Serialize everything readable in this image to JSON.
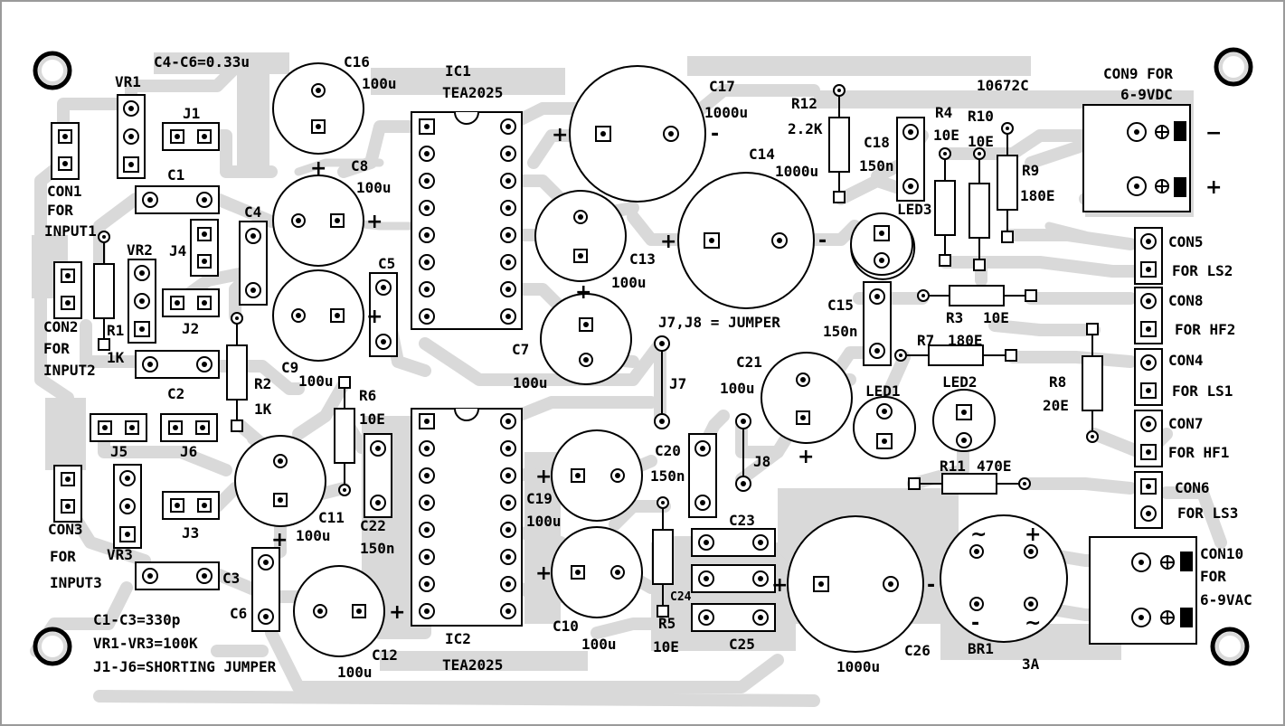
{
  "board_id": "10672C",
  "notes": {
    "c4_c6": "C4-C6=0.33u",
    "c1_c3": "C1-C3=330p",
    "vr1_vr3": "VR1-VR3=100K",
    "j1_j6": "J1-J6=SHORTING JUMPER",
    "j7_j8": "J7,J8 = JUMPER"
  },
  "ics": {
    "ic1": {
      "ref": "IC1",
      "part": "TEA2025"
    },
    "ic2": {
      "ref": "IC2",
      "part": "TEA2025"
    }
  },
  "capacitors": {
    "c16": {
      "ref": "C16",
      "value": "100u"
    },
    "c8": {
      "ref": "C8",
      "value": "100u"
    },
    "c9": {
      "ref": "C9",
      "value": "100u"
    },
    "c11": {
      "ref": "C11",
      "value": "100u"
    },
    "c12": {
      "ref": "C12",
      "value": "100u"
    },
    "c17": {
      "ref": "C17",
      "value": "1000u"
    },
    "c14": {
      "ref": "C14",
      "value": "1000u"
    },
    "c13": {
      "ref": "C13",
      "value": "100u"
    },
    "c7": {
      "ref": "C7",
      "value": "100u"
    },
    "c19": {
      "ref": "C19",
      "value": "100u"
    },
    "c10": {
      "ref": "C10",
      "value": "100u"
    },
    "c21": {
      "ref": "C21",
      "value": "100u"
    },
    "c26": {
      "ref": "C26",
      "value": "1000u"
    },
    "c18": {
      "ref": "C18",
      "value": "150n"
    },
    "c15": {
      "ref": "C15",
      "value": "150n"
    },
    "c20": {
      "ref": "C20",
      "value": "150n"
    },
    "c22": {
      "ref": "C22",
      "value": "150n"
    },
    "c1": {
      "ref": "C1"
    },
    "c2": {
      "ref": "C2"
    },
    "c3": {
      "ref": "C3"
    },
    "c4": {
      "ref": "C4"
    },
    "c5": {
      "ref": "C5"
    },
    "c6": {
      "ref": "C6"
    },
    "c23": {
      "ref": "C23"
    },
    "c24": {
      "ref": "C24"
    },
    "c25": {
      "ref": "C25"
    }
  },
  "resistors": {
    "r1": {
      "ref": "R1",
      "value": "1K"
    },
    "r2": {
      "ref": "R2",
      "value": "1K"
    },
    "r3": {
      "ref": "R3",
      "value": "10E"
    },
    "r4": {
      "ref": "R4",
      "value": "10E"
    },
    "r5": {
      "ref": "R5",
      "value": "10E"
    },
    "r6": {
      "ref": "R6",
      "value": "10E"
    },
    "r7": {
      "ref": "R7",
      "value": "180E"
    },
    "r8": {
      "ref": "R8",
      "value": "20E"
    },
    "r9": {
      "ref": "R9",
      "value": "180E"
    },
    "r10": {
      "ref": "R10",
      "value": "10E"
    },
    "r11": {
      "ref": "R11",
      "value": "470E"
    },
    "r12": {
      "ref": "R12",
      "value": "2.2K"
    }
  },
  "presets": {
    "vr1": "VR1",
    "vr2": "VR2",
    "vr3": "VR3"
  },
  "jumpers": {
    "j1": "J1",
    "j2": "J2",
    "j3": "J3",
    "j4": "J4",
    "j5": "J5",
    "j6": "J6",
    "j7": "J7",
    "j8": "J8"
  },
  "leds": {
    "led1": "LED1",
    "led2": "LED2",
    "led3": "LED3"
  },
  "bridge": {
    "ref": "BR1",
    "rating": "3A",
    "ac_symbol": "~",
    "plus": "+",
    "minus": "-"
  },
  "connectors": {
    "con1": {
      "ref": "CON1",
      "line1": "FOR",
      "line2": "INPUT1"
    },
    "con2": {
      "ref": "CON2",
      "line1": "FOR",
      "line2": "INPUT2"
    },
    "con3": {
      "ref": "CON3",
      "line1": "FOR",
      "line2": "INPUT3"
    },
    "con5": {
      "ref": "CON5",
      "desc": "FOR LS2"
    },
    "con8": {
      "ref": "CON8",
      "desc": "FOR HF2"
    },
    "con4": {
      "ref": "CON4",
      "desc": "FOR LS1"
    },
    "con7": {
      "ref": "CON7",
      "desc": "FOR HF1"
    },
    "con6": {
      "ref": "CON6",
      "desc": "FOR LS3"
    },
    "con9": {
      "line1": "CON9 FOR",
      "line2": "6-9VDC",
      "minus": "−",
      "plus": "+"
    },
    "con10": {
      "ref": "CON10",
      "line1": "FOR",
      "line2": "6-9VAC"
    }
  },
  "polarity": {
    "plus": "+",
    "minus": "-"
  }
}
